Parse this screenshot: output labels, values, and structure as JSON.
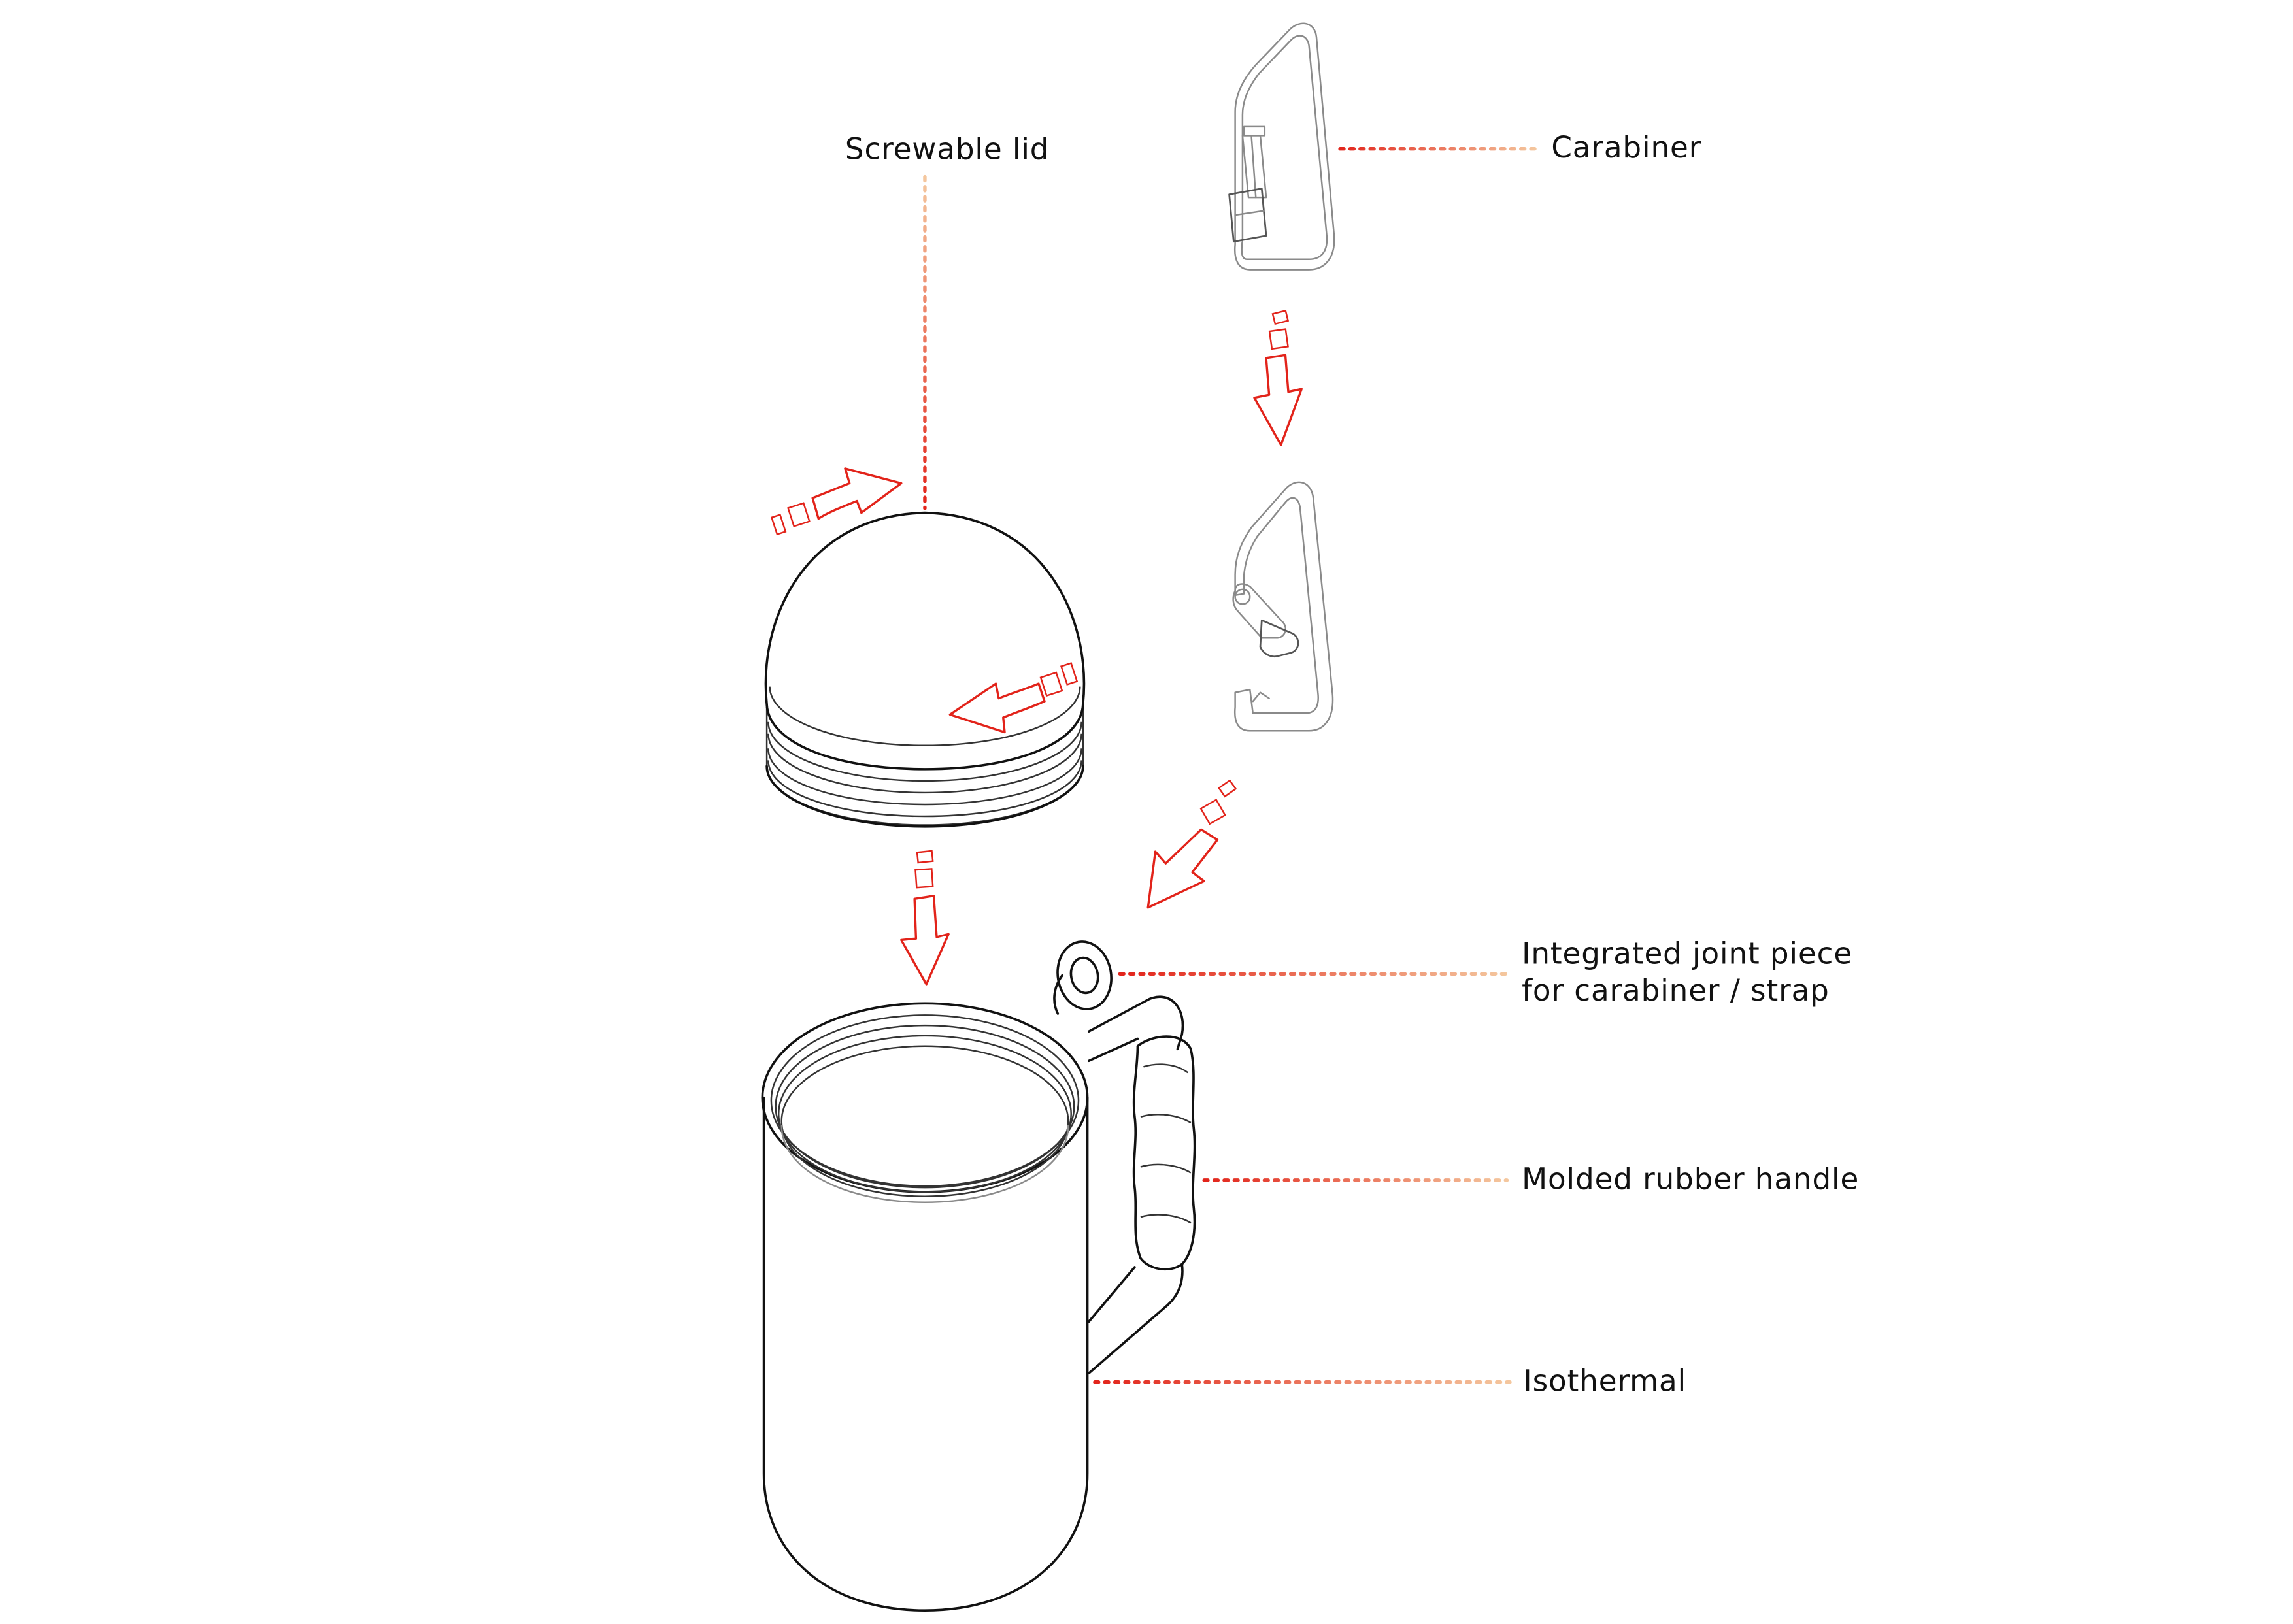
{
  "diagram": {
    "labels": {
      "screwable_lid": "Screwable lid",
      "carabiner": "Carabiner",
      "joint_line1": "Integrated joint piece",
      "joint_line2": "for carabiner / strap",
      "rubber_handle": "Molded rubber handle",
      "isothermal": "Isothermal"
    },
    "colors": {
      "accent_red": "#e2231a",
      "leader_fade": "#f2b98a",
      "line_dark": "#111111",
      "line_grey": "#8a8a8a"
    },
    "icons": [
      "screwable-lid",
      "carabiner-closed",
      "carabiner-open",
      "isothermal-mug",
      "assembly-arrows",
      "rotation-arrows"
    ]
  }
}
